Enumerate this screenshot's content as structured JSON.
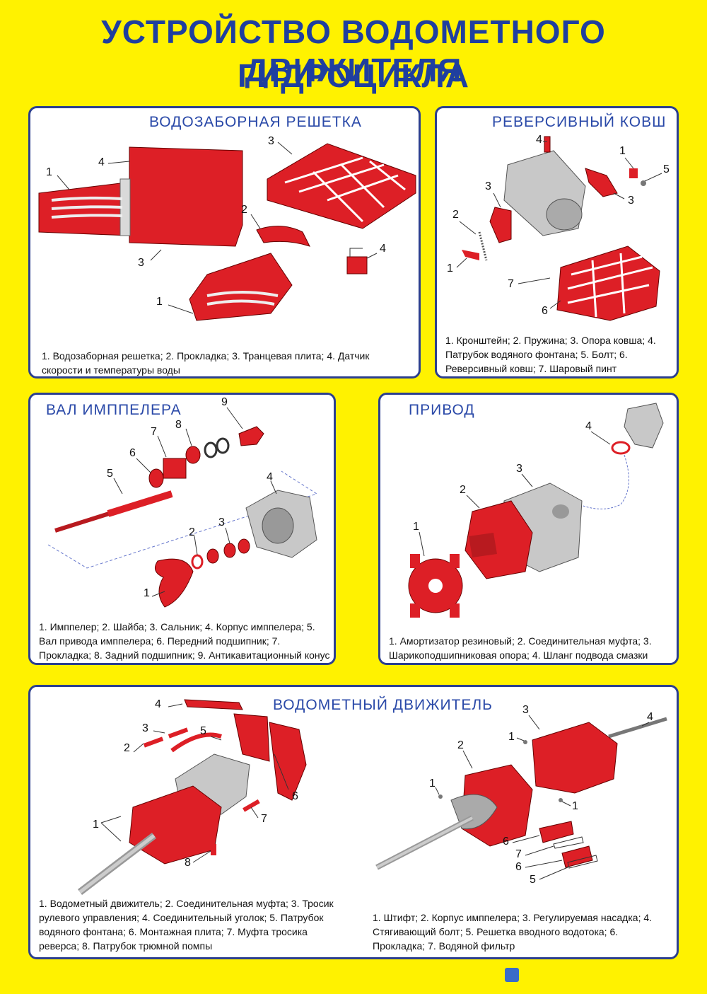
{
  "title": {
    "line1": "УСТРОЙСТВО ВОДОМЕТНОГО ДВИЖИТЕЛЯ",
    "line2": "ГИДРОЦИКЛА"
  },
  "panels": {
    "grate": {
      "title": "ВОДОЗАБОРНАЯ РЕШЕТКА",
      "caption": "1. Водозаборная решетка; 2. Прокладка; 3. Транцевая плита; 4. Датчик скорости и температуры воды",
      "labels": [
        "1",
        "4",
        "3",
        "3",
        "2",
        "4",
        "1"
      ]
    },
    "reverse": {
      "title": "РЕВЕРСИВНЫЙ КОВШ",
      "caption": "1. Кронштейн; 2. Пружина; 3. Опора ковша; 4. Патрубок водяного фонтана; 5. Болт; 6. Реверсивный ковш; 7. Шаровый пинт",
      "labels": [
        "4",
        "1",
        "5",
        "3",
        "3",
        "2",
        "1",
        "7",
        "6"
      ]
    },
    "shaft": {
      "title": "ВАЛ  ИМППЕЛЕРА",
      "caption": "1. Имппелер; 2. Шайба; 3. Сальник; 4. Корпус  имппелера; 5. Вал привода имппелера; 6. Передний подшипник; 7. Прокладка; 8. Задний подшипник; 9. Антикавитационный конус",
      "labels": [
        "9",
        "8",
        "7",
        "6",
        "5",
        "4",
        "3",
        "2",
        "1"
      ]
    },
    "drive": {
      "title": "ПРИВОД",
      "caption": "1. Амортизатор резиновый; 2. Соединительная муфта; 3. Шарикоподшипниковая опора; 4. Шланг подвода смазки",
      "labels": [
        "4",
        "3",
        "2",
        "1"
      ]
    },
    "jet": {
      "title": "ВОДОМЕТНЫЙ ДВИЖИТЕЛЬ",
      "caption_left": "1. Водометный движитель; 2. Соединительная муфта; 3. Тросик рулевого управления; 4. Соединительный уголок; 5. Патрубок водяного фонтана; 6. Монтажная плита; 7. Муфта тросика реверса; 8. Патрубок трюмной помпы",
      "caption_right": "1. Штифт; 2. Корпус имппелера; 3. Регулируемая насадка; 4. Стягивающий болт; 5. Решетка вводного водотока; 6. Прокладка; 7. Водяной фильтр",
      "labels_left": [
        "4",
        "3",
        "5",
        "2",
        "6",
        "7",
        "1",
        "8"
      ],
      "labels_right": [
        "3",
        "4",
        "1",
        "2",
        "1",
        "1",
        "6",
        "7",
        "6",
        "5"
      ]
    }
  },
  "colors": {
    "background": "#fff200",
    "title": "#1f3f9f",
    "panel_border": "#2c3f8f",
    "part_red": "#dd1f26",
    "part_grey": "#c8c8c8"
  }
}
